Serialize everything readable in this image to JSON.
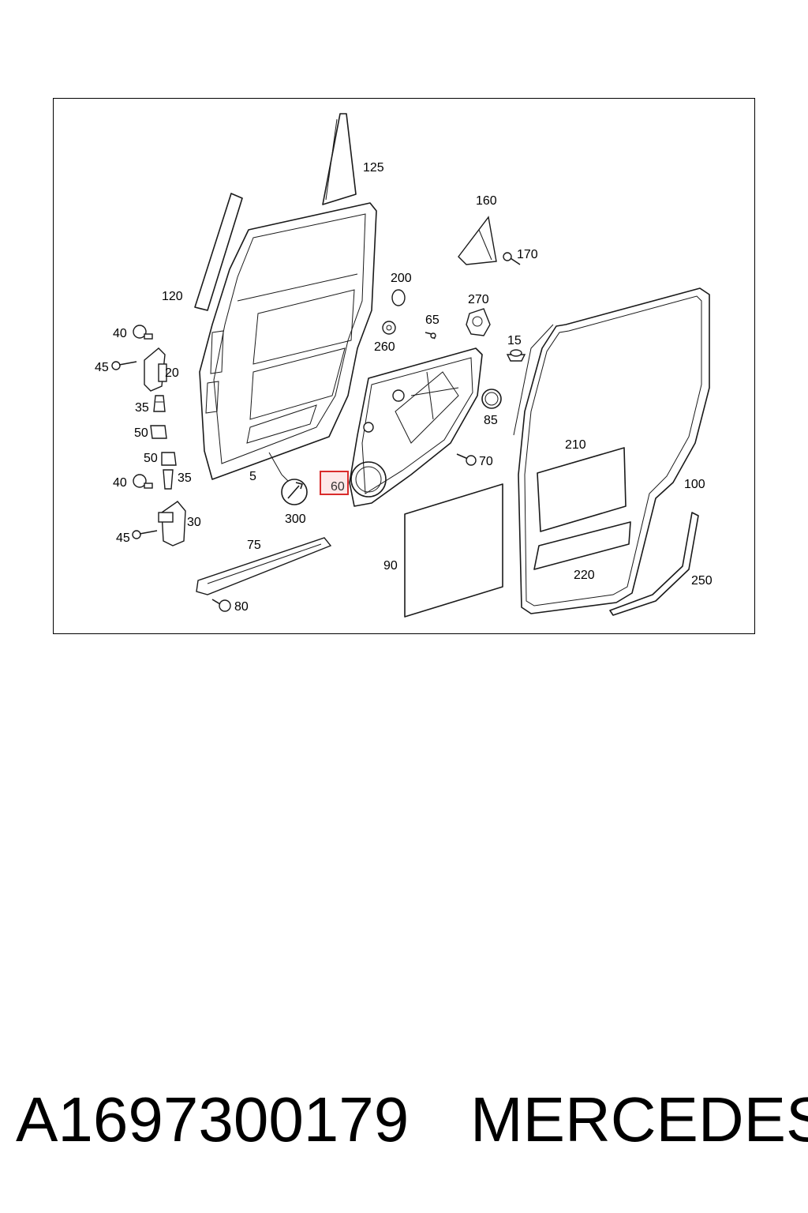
{
  "labels": {
    "l5": "5",
    "l15": "15",
    "l20": "20",
    "l30": "30",
    "l35a": "35",
    "l35b": "35",
    "l40a": "40",
    "l40b": "40",
    "l45a": "45",
    "l45b": "45",
    "l50a": "50",
    "l50b": "50",
    "l60": "60",
    "l65": "65",
    "l70": "70",
    "l75": "75",
    "l80": "80",
    "l85": "85",
    "l90": "90",
    "l100": "100",
    "l120": "120",
    "l125": "125",
    "l160": "160",
    "l170": "170",
    "l200": "200",
    "l210": "210",
    "l220": "220",
    "l250": "250",
    "l260": "260",
    "l270": "270",
    "l300": "300"
  },
  "caption": {
    "part_number": "A1697300179",
    "brand": "MERCEDES"
  },
  "colors": {
    "highlight_border": "#d92b2b",
    "highlight_fill": "#fde8e8",
    "line": "#1a1a1a"
  }
}
